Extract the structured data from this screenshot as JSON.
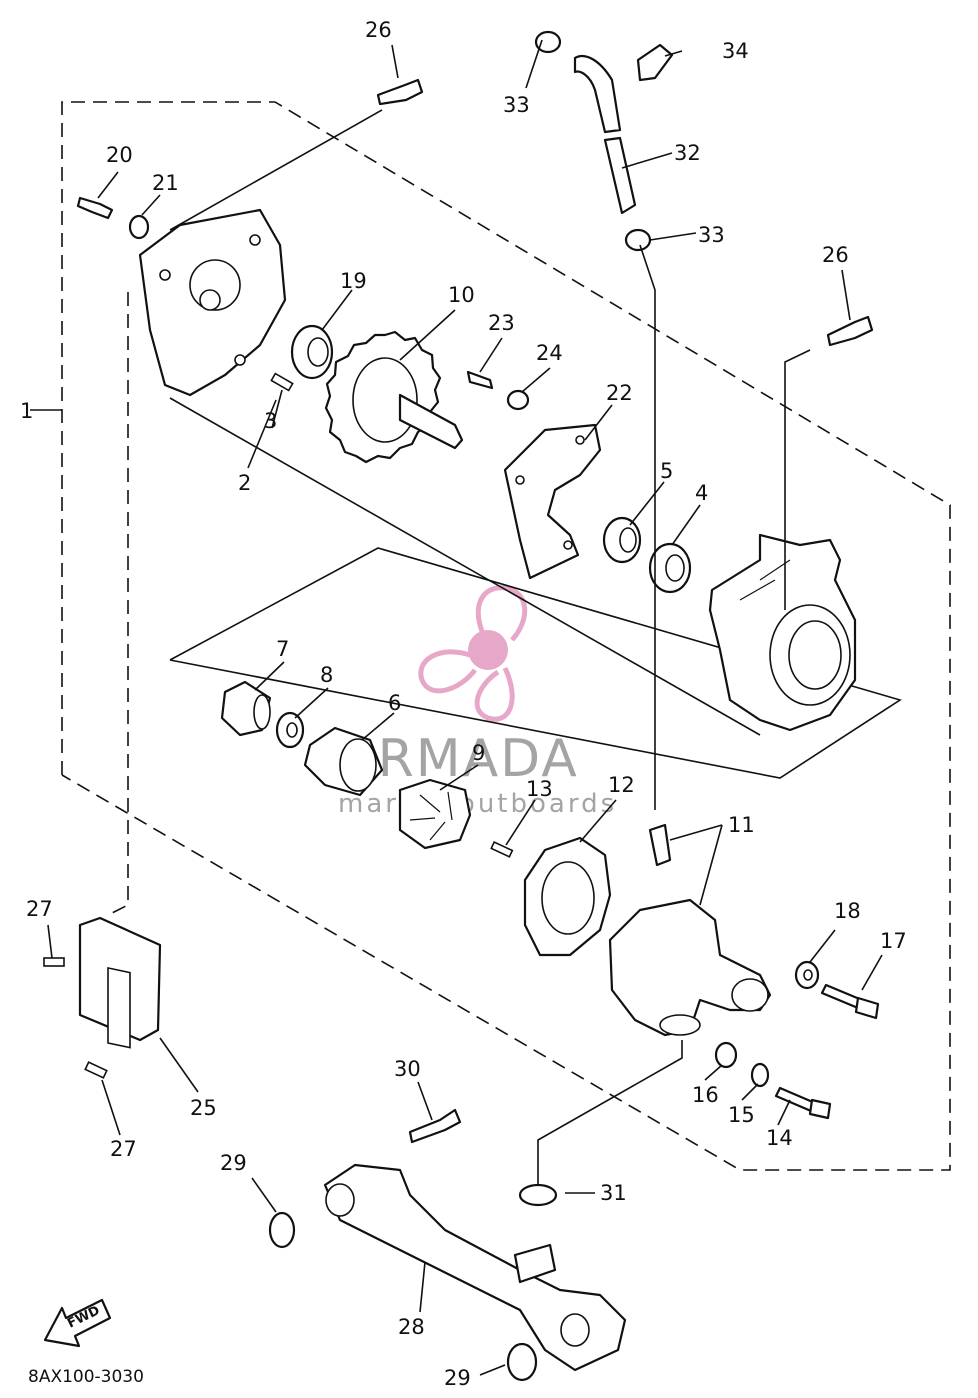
{
  "diagram_code": "8AX100-3030",
  "watermark": {
    "brand": "ARMADA",
    "tagline": "marine outboards",
    "color": "#e7a7c9"
  },
  "fwd_label": "FWD",
  "callouts": {
    "n1": "1",
    "n2": "2",
    "n3": "3",
    "n4": "4",
    "n5": "5",
    "n6": "6",
    "n7": "7",
    "n8": "8",
    "n9": "9",
    "n10": "10",
    "n11": "11",
    "n12": "12",
    "n13": "13",
    "n14": "14",
    "n15": "15",
    "n16": "16",
    "n17": "17",
    "n18": "18",
    "n19": "19",
    "n20": "20",
    "n21": "21",
    "n22": "22",
    "n23": "23",
    "n24": "24",
    "n25": "25",
    "n26a": "26",
    "n26b": "26",
    "n27a": "27",
    "n27b": "27",
    "n28": "28",
    "n29a": "29",
    "n29b": "29",
    "n30": "30",
    "n31": "31",
    "n32": "32",
    "n33a": "33",
    "n33b": "33",
    "n34": "34"
  }
}
